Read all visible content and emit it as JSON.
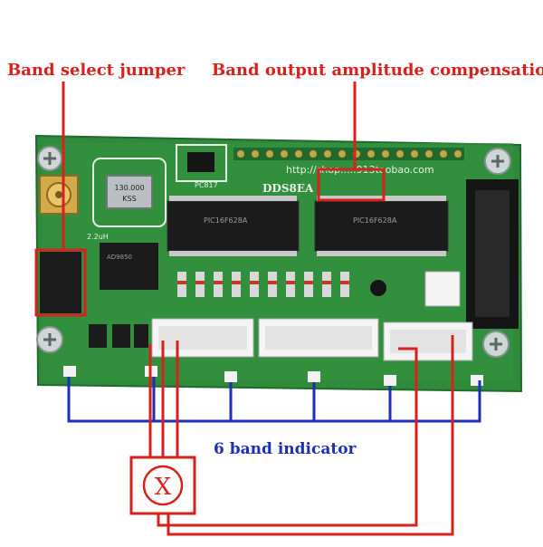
{
  "annotations": {
    "band_select": "Band select jumper",
    "amplitude_comp": "Band output amplitude compensation",
    "band_indicator": "6 band indicator",
    "switch_symbol": "X"
  },
  "board": {
    "model": "DDS8EA",
    "url": "http://shop.....913taobao.com",
    "crystal": "130.000 KSS",
    "opto": "PC817",
    "chip1": "PIC16F628A",
    "chip2": "PIC16F628A",
    "inductor": "2.2uH",
    "dds": "AD9850"
  },
  "colors": {
    "red": "#d8211d",
    "blue": "#1c2fb8",
    "pcb": "#2f8a3c",
    "pcb_dark": "#1f6a2c",
    "silk": "#e8efe5"
  }
}
